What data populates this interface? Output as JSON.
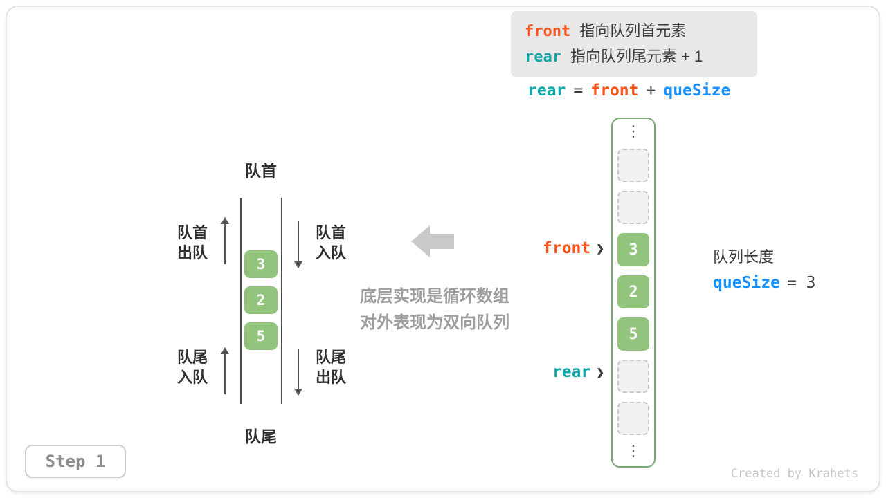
{
  "colors": {
    "front_accent": "#fa541c",
    "rear_accent": "#13a8a8",
    "quesize_accent": "#1890ff",
    "cell_green": "#93c47d",
    "note_gray": "#9e9e9e"
  },
  "legend": {
    "line1": {
      "keyword": "front",
      "text": "指向队列首元素"
    },
    "line2": {
      "keyword": "rear",
      "text": "指向队列尾元素 + 1"
    }
  },
  "equation": {
    "lhs": "rear",
    "equals": "=",
    "front": "front",
    "plus": "+",
    "quesize": "queSize"
  },
  "deque": {
    "head_label": "队首",
    "tail_label": "队尾",
    "enqueue_label": "入队",
    "dequeue_label": "出队",
    "values": [
      "3",
      "2",
      "5"
    ]
  },
  "note": {
    "line1": "底层实现是循环数组",
    "line2": "对外表现为双向队列"
  },
  "array": {
    "ellipsis": "⋮",
    "cells": [
      "",
      "",
      "3",
      "2",
      "5",
      "",
      ""
    ],
    "front_pointer": "front",
    "rear_pointer": "rear",
    "pointer_arrow": "❯"
  },
  "queue_info": {
    "length_label": "队列长度",
    "quesize_keyword": "queSize",
    "quesize_value": "= 3"
  },
  "step": {
    "label": "Step 1"
  },
  "credit": "Created by Krahets"
}
